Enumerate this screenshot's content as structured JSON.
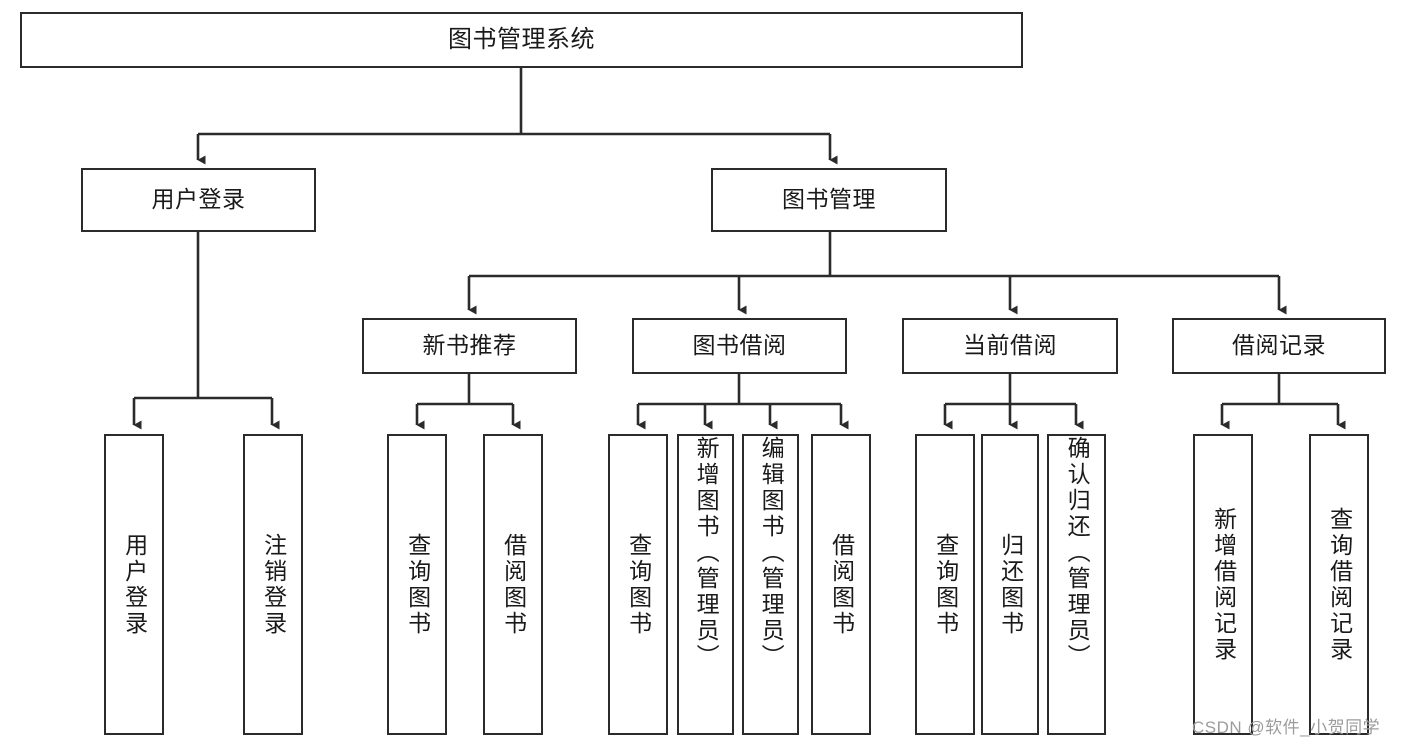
{
  "diagram": {
    "title": "图书管理系统",
    "type": "hierarchy-tree",
    "root": {
      "label": "图书管理系统"
    },
    "level2": [
      {
        "label": "用户登录"
      },
      {
        "label": "图书管理"
      }
    ],
    "level3": [
      {
        "label": "新书推荐"
      },
      {
        "label": "图书借阅"
      },
      {
        "label": "当前借阅"
      },
      {
        "label": "借阅记录"
      }
    ],
    "leaves": {
      "user_login": [
        {
          "label": "用户登录"
        },
        {
          "label": "注销登录"
        }
      ],
      "new_book_recommend": [
        {
          "label": "查询图书"
        },
        {
          "label": "借阅图书"
        }
      ],
      "book_borrow": [
        {
          "label": "查询图书"
        },
        {
          "label": "新增图书（管理员）"
        },
        {
          "label": "编辑图书（管理员）"
        },
        {
          "label": "借阅图书"
        }
      ],
      "current_borrow": [
        {
          "label": "查询图书"
        },
        {
          "label": "归还图书"
        },
        {
          "label": "确认归还（管理员）"
        }
      ],
      "borrow_record": [
        {
          "label": "新增借阅记录"
        },
        {
          "label": "查询借阅记录"
        }
      ]
    }
  },
  "watermark": {
    "text": "CSDN @软件_小贺同学"
  },
  "colors": {
    "stroke": "#2b2b2b",
    "fill": "#ffffff",
    "text": "#1a1a1a",
    "watermark": "#9c9c9c"
  }
}
